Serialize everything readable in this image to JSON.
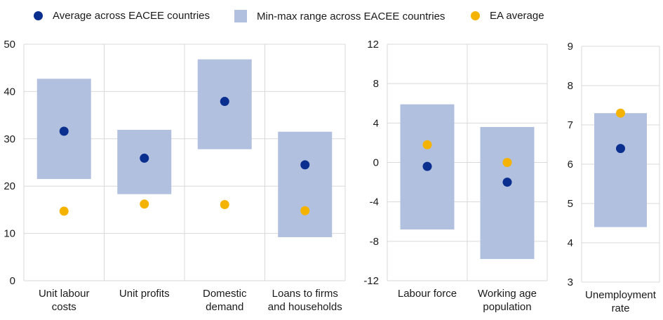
{
  "legend": {
    "avg_label": "Average across EACEE countries",
    "range_label": "Min-max range across EACEE countries",
    "ea_label": "EA average"
  },
  "colors": {
    "avg": "#0a2f8f",
    "range": "#b2c0e0",
    "ea": "#f5b301",
    "grid": "#d9d9d9"
  },
  "chart_data": [
    {
      "type": "scatter",
      "ylim": [
        0,
        50
      ],
      "yticks": [
        0,
        10,
        20,
        30,
        40,
        50
      ],
      "categories": [
        [
          "Unit labour",
          "costs"
        ],
        [
          "Unit profits"
        ],
        [
          "Domestic",
          "demand"
        ],
        [
          "Loans to firms",
          "and households"
        ]
      ],
      "range_min": [
        21.5,
        18.3,
        27.8,
        9.2
      ],
      "range_max": [
        42.7,
        31.9,
        46.8,
        31.5
      ],
      "avg": [
        31.6,
        25.9,
        37.9,
        24.5
      ],
      "ea": [
        14.7,
        16.2,
        16.1,
        14.8
      ]
    },
    {
      "type": "scatter",
      "ylim": [
        -12,
        12
      ],
      "yticks": [
        -12,
        -8,
        -4,
        0,
        4,
        8,
        12
      ],
      "categories": [
        [
          "Labour force"
        ],
        [
          "Working age",
          "population"
        ]
      ],
      "range_min": [
        -6.8,
        -9.8
      ],
      "range_max": [
        5.9,
        3.6
      ],
      "avg": [
        -0.4,
        -2.0
      ],
      "ea": [
        1.8,
        0.0
      ]
    },
    {
      "type": "scatter",
      "ylim": [
        3,
        9
      ],
      "yticks": [
        3,
        4,
        5,
        6,
        7,
        8,
        9
      ],
      "categories": [
        [
          "Unemployment",
          "rate"
        ]
      ],
      "range_min": [
        4.4
      ],
      "range_max": [
        7.3
      ],
      "avg": [
        6.4
      ],
      "ea": [
        7.3
      ]
    }
  ]
}
